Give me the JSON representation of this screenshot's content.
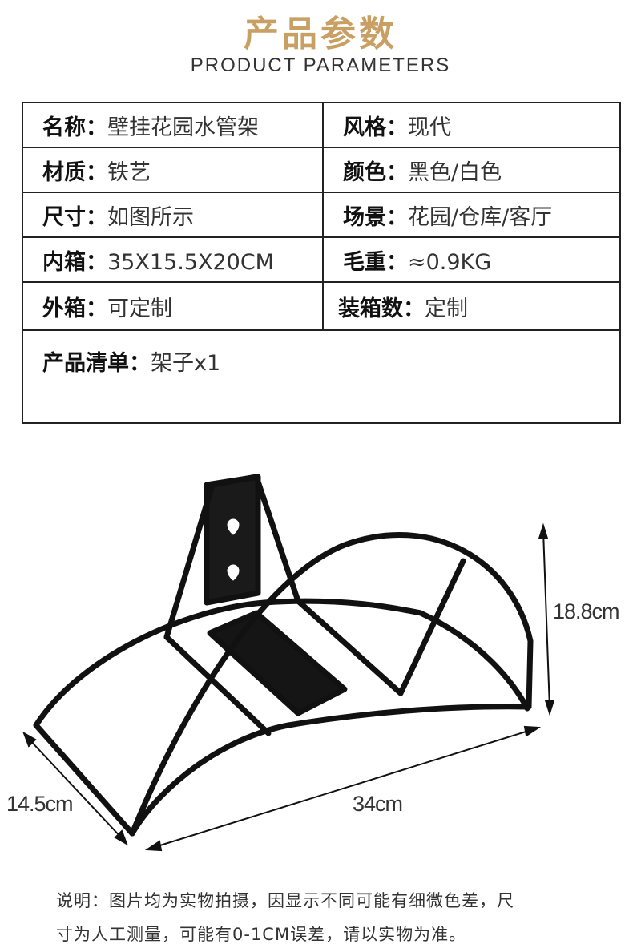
{
  "header": {
    "title": "产品参数",
    "subtitle": "PRODUCT PARAMETERS"
  },
  "params": {
    "rows": [
      {
        "k1": "名称：",
        "v1": "壁挂花园水管架",
        "k2": "风格：",
        "v2": "现代"
      },
      {
        "k1": "材质：",
        "v1": "铁艺",
        "k2": "颜色：",
        "v2": "黑色/白色"
      },
      {
        "k1": "尺寸：",
        "v1": "如图所示",
        "k2": "场景：",
        "v2": "花园/仓库/客厅"
      },
      {
        "k1": "内箱：",
        "v1": "35X15.5X20CM",
        "k2": "毛重：",
        "v2": "≈0.9KG"
      },
      {
        "k1": "外箱：",
        "v1": "可定制",
        "k2": "装箱数：",
        "v2": "定制"
      }
    ],
    "list_label": "产品清单：",
    "list_value": "架子x1"
  },
  "dimensions": {
    "height": "18.8cm",
    "depth": "14.5cm",
    "width": "34cm"
  },
  "note": {
    "line1": "说明：图片均为实物拍摄，因显示不同可能有细微色差，尺",
    "line2": "寸为人工测量，可能有0-1CM误差，请以实物为准。"
  }
}
